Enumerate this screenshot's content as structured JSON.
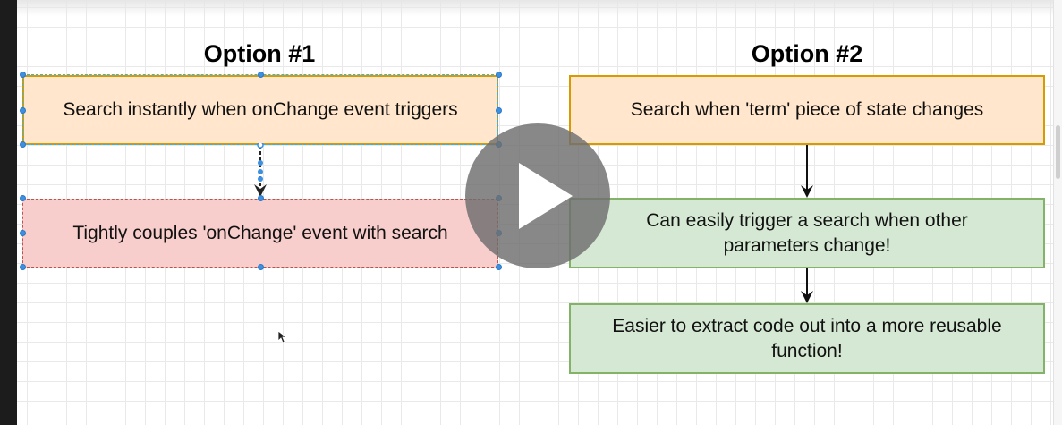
{
  "diagram": {
    "option1": {
      "heading": "Option #1",
      "box1": "Search instantly when onChange event triggers",
      "box2": "Tightly couples 'onChange' event with search"
    },
    "option2": {
      "heading": "Option #2",
      "box1": "Search when 'term' piece of state changes",
      "box2": "Can easily trigger a search when other parameters change!",
      "box3": "Easier to extract code out into a more reusable function!"
    }
  },
  "colors": {
    "orange_fill": "#ffe6cc",
    "orange_stroke": "#d79b00",
    "red_fill": "#f8cecc",
    "red_stroke": "#b85450",
    "green_fill": "#d5e8d4",
    "green_stroke": "#82b366",
    "selection_handle": "#3d8fe0"
  },
  "video_overlay": {
    "icon": "play-icon"
  }
}
